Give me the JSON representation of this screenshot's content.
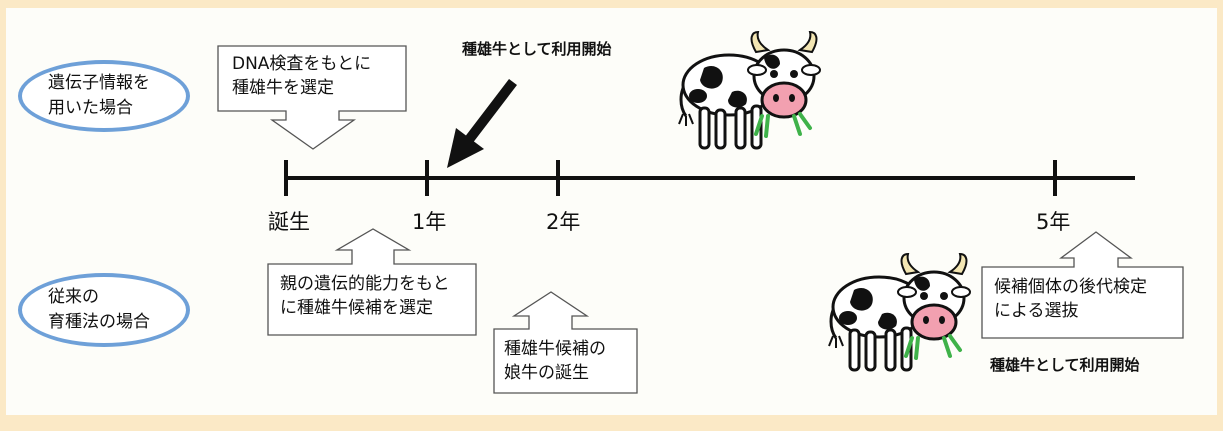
{
  "genomic_label": [
    "遺伝子情報を",
    "用いた場合"
  ],
  "conventional_label": [
    "従来の",
    "育種法の場合"
  ],
  "timeline": {
    "ticks": [
      "誕生",
      "1年",
      "2年",
      "5年"
    ]
  },
  "callouts": {
    "dna_selection": [
      "DNA検査をもとに",
      "種雄牛を選定"
    ],
    "parent_ability": [
      "親の遺伝的能力をもと",
      "に種雄牛候補を選定"
    ],
    "daughters_born": [
      "種雄牛候補の",
      "娘牛の誕生"
    ],
    "progeny_test": [
      "候補個体の後代検定",
      "による選抜"
    ]
  },
  "start_use_top": "種雄牛として利用開始",
  "start_use_bottom": "種雄牛として利用開始",
  "colors": {
    "ellipse_border": "#6ea0d8",
    "outer_frame": "#fbe9c6",
    "timeline": "#111111",
    "cow_nose": "#f2a0b0",
    "horn": "#f3e6b3",
    "grass": "#3fb24a"
  },
  "icons": [
    "cow-icon",
    "arrow-icon"
  ]
}
